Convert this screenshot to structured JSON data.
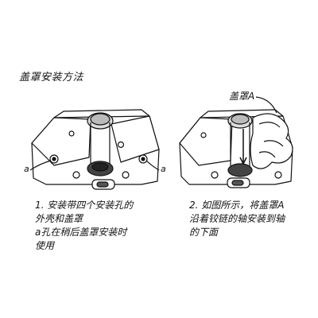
{
  "title": "盖罩安装方法",
  "figure1": {
    "label_left": "a",
    "label_right": "a"
  },
  "figure2": {
    "label": "盖罩A"
  },
  "steps": [
    {
      "lines": [
        "1. 安装带四个安装孔的",
        "外壳和盖罩",
        "a孔在稍后盖罩安装时",
        "使用"
      ]
    },
    {
      "lines": [
        "2. 如图所示，将盖罩A",
        "沿着铰链的轴安装到轴",
        "的下面"
      ]
    }
  ],
  "colors": {
    "line": "#111111",
    "shade": "#555555",
    "background": "#ffffff"
  }
}
